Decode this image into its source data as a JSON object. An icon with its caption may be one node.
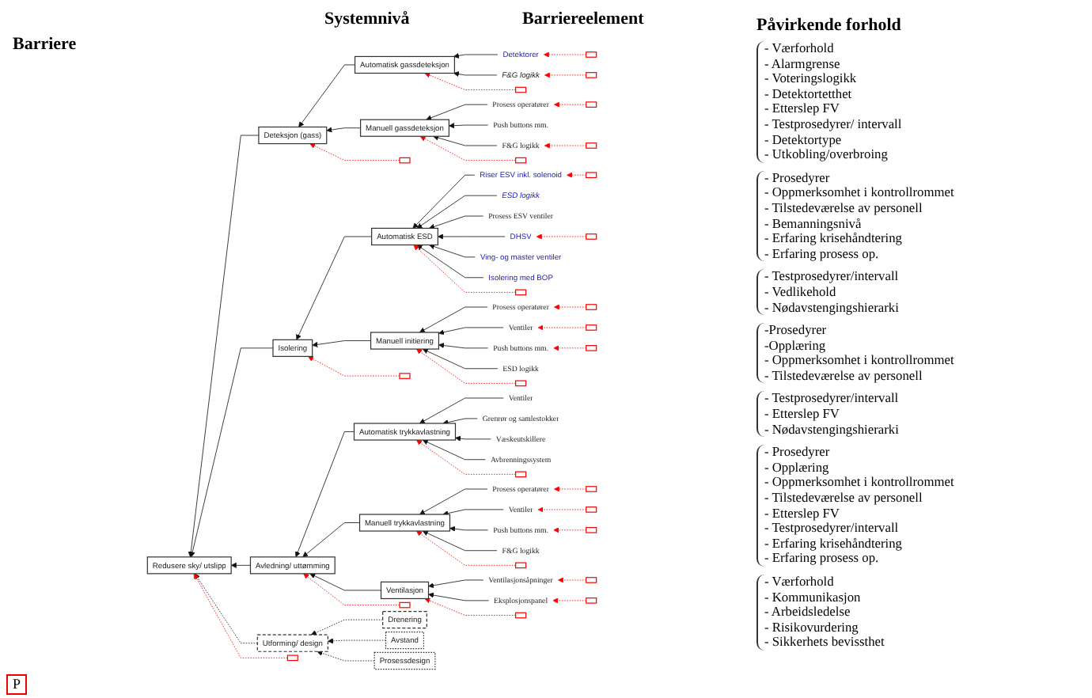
{
  "diagram": {
    "nodes": [
      {
        "text": [
          "Redusere sky/ utslipp"
        ]
      },
      {
        "text": [
          "Deteksjon (gass)"
        ]
      },
      {
        "text": [
          "Isolering"
        ]
      },
      {
        "text": [
          "Avledning/ uttømming"
        ]
      },
      {
        "text": [
          "Utforming/ design"
        ]
      },
      {
        "text": [
          "Automatisk gassdeteksjon"
        ]
      },
      {
        "text": [
          "Manuell gassdeteksjon"
        ]
      },
      {
        "text": [
          "Automatisk ESD"
        ]
      },
      {
        "text": [
          "Manuell initiering"
        ]
      },
      {
        "text": [
          "Automatisk trykkavlastning"
        ]
      },
      {
        "text": [
          "Manuell trykkavlastning"
        ]
      },
      {
        "text": [
          "Ventilasjon"
        ]
      },
      {
        "text": [
          "Drenering"
        ]
      },
      {
        "text": [
          "Avstand"
        ]
      },
      {
        "text": [
          "Prosessdesign"
        ]
      },
      {
        "text": [
          "Detektorer"
        ]
      },
      {
        "text": [
          "F&G logikk"
        ]
      },
      {
        "text": [
          "Prosess operatører"
        ]
      },
      {
        "text": [
          "Push buttons mm."
        ]
      },
      {
        "text": [
          "F&G logikk"
        ]
      },
      {
        "text": [
          "Riser ESV inkl. solenoid"
        ]
      },
      {
        "text": [
          "ESD logikk"
        ]
      },
      {
        "text": [
          "Prosess ESV ventiler"
        ]
      },
      {
        "text": [
          "DHSV"
        ]
      },
      {
        "text": [
          "Ving- og master ventiler"
        ]
      },
      {
        "text": [
          "Isolering med BOP"
        ]
      },
      {
        "text": [
          "Prosess operatører"
        ]
      },
      {
        "text": [
          "Ventiler"
        ]
      },
      {
        "text": [
          "Push buttons mm."
        ]
      },
      {
        "text": [
          "ESD logikk"
        ]
      },
      {
        "text": [
          "Ventiler"
        ]
      },
      {
        "text": [
          "Grenrør og samlestokker"
        ]
      },
      {
        "text": [
          "Væskeutskillere"
        ]
      },
      {
        "text": [
          "Avbrenningssystem"
        ]
      },
      {
        "text": [
          "Prosess operatører"
        ]
      },
      {
        "text": [
          "Ventiler"
        ]
      },
      {
        "text": [
          "Push buttons mm."
        ]
      },
      {
        "text": [
          "F&G logikk"
        ]
      },
      {
        "text": [
          "Ventilasjonsåpninger"
        ]
      },
      {
        "text": [
          "Eksplosjonspanel"
        ]
      },
      {
        "text": [],
        "shape": "box"
      },
      {
        "text": [],
        "shape": "box"
      },
      {
        "text": [],
        "shape": "box"
      },
      {
        "text": [],
        "shape": "box"
      },
      {
        "text": [],
        "shape": "box"
      },
      {
        "text": [],
        "shape": "box"
      },
      {
        "text": [],
        "shape": "box"
      },
      {
        "text": [],
        "shape": "box"
      },
      {
        "text": [],
        "shape": "box"
      },
      {
        "text": [],
        "shape": "box"
      },
      {
        "text": [],
        "shape": "box"
      },
      {
        "text": [],
        "shape": "box"
      },
      {
        "text": [],
        "shape": "box"
      },
      {
        "text": [],
        "shape": "box"
      },
      {
        "text": [],
        "shape": "box"
      },
      {
        "text": [],
        "shape": "box"
      },
      {
        "text": [],
        "shape": "box"
      },
      {
        "text": [],
        "shape": "box"
      },
      {
        "text": [],
        "shape": "box"
      },
      {
        "text": [],
        "shape": "box"
      },
      {
        "text": [],
        "shape": "box"
      },
      {
        "text": [],
        "shape": "box"
      },
      {
        "text": [],
        "shape": "box"
      },
      {
        "text": [],
        "shape": "box"
      },
      {
        "text": [],
        "shape": "box"
      }
    ],
    "edges": [
      {
        "from": 1,
        "to": 0,
        "arrow": "to"
      },
      {
        "from": 2,
        "to": 0,
        "arrow": "to"
      },
      {
        "from": 3,
        "to": 0,
        "arrow": "to"
      },
      {
        "from": 4,
        "to": 0,
        "arrow": "to",
        "style": "dashed"
      },
      {
        "from": 5,
        "to": 1,
        "arrow": "to"
      },
      {
        "from": 6,
        "to": 1,
        "arrow": "to"
      },
      {
        "from": 7,
        "to": 2,
        "arrow": "to"
      },
      {
        "from": 8,
        "to": 2,
        "arrow": "to"
      },
      {
        "from": 9,
        "to": 3,
        "arrow": "to"
      },
      {
        "from": 10,
        "to": 3,
        "arrow": "to"
      },
      {
        "from": 11,
        "to": 3,
        "arrow": "to"
      },
      {
        "from": 12,
        "to": 4,
        "arrow": "to",
        "style": "dashed"
      },
      {
        "from": 13,
        "to": 4,
        "arrow": "to",
        "style": "dashed"
      },
      {
        "from": 14,
        "to": 4,
        "arrow": "to",
        "style": "dashed"
      },
      {
        "from": 15,
        "to": 5,
        "arrow": "to"
      },
      {
        "from": 16,
        "to": 5,
        "arrow": "to"
      },
      {
        "from": 17,
        "to": 6,
        "arrow": "to"
      },
      {
        "from": 18,
        "to": 6,
        "arrow": "to"
      },
      {
        "from": 19,
        "to": 6,
        "arrow": "to"
      },
      {
        "from": 20,
        "to": 7,
        "arrow": "to"
      },
      {
        "from": 21,
        "to": 7,
        "arrow": "to"
      },
      {
        "from": 22,
        "to": 7,
        "arrow": "to"
      },
      {
        "from": 23,
        "to": 7,
        "arrow": "to"
      },
      {
        "from": 24,
        "to": 7,
        "arrow": "to"
      },
      {
        "from": 25,
        "to": 7,
        "arrow": "to"
      },
      {
        "from": 26,
        "to": 8,
        "arrow": "to"
      },
      {
        "from": 27,
        "to": 8,
        "arrow": "to"
      },
      {
        "from": 28,
        "to": 8,
        "arrow": "to"
      },
      {
        "from": 29,
        "to": 8,
        "arrow": "to"
      },
      {
        "from": 30,
        "to": 9,
        "arrow": "to"
      },
      {
        "from": 31,
        "to": 9,
        "arrow": "to"
      },
      {
        "from": 32,
        "to": 9,
        "arrow": "to"
      },
      {
        "from": 33,
        "to": 9,
        "arrow": "to"
      },
      {
        "from": 34,
        "to": 10,
        "arrow": "to"
      },
      {
        "from": 35,
        "to": 10,
        "arrow": "to"
      },
      {
        "from": 36,
        "to": 10,
        "arrow": "to"
      },
      {
        "from": 37,
        "to": 10,
        "arrow": "to"
      },
      {
        "from": 38,
        "to": 11,
        "arrow": "to"
      },
      {
        "from": 39,
        "to": 11,
        "arrow": "to"
      },
      {
        "from": 40,
        "to": 0,
        "arrow": "to",
        "style": "dashed",
        "color": "#ff0000"
      },
      {
        "from": 41,
        "to": 1,
        "arrow": "to",
        "style": "dashed",
        "color": "#ff0000"
      },
      {
        "from": 42,
        "to": 2,
        "arrow": "to",
        "style": "dashed",
        "color": "#ff0000"
      },
      {
        "from": 43,
        "to": 3,
        "arrow": "to",
        "style": "dashed",
        "color": "#ff0000"
      },
      {
        "from": 44,
        "to": 5,
        "arrow": "to",
        "style": "dashed",
        "color": "#ff0000"
      },
      {
        "from": 45,
        "to": 6,
        "arrow": "to",
        "style": "dashed",
        "color": "#ff0000"
      },
      {
        "from": 46,
        "to": 7,
        "arrow": "to",
        "style": "dashed",
        "color": "#ff0000"
      },
      {
        "from": 47,
        "to": 8,
        "arrow": "to",
        "style": "dashed",
        "color": "#ff0000"
      },
      {
        "from": 48,
        "to": 9,
        "arrow": "to",
        "style": "dashed",
        "color": "#ff0000"
      },
      {
        "from": 49,
        "to": 10,
        "arrow": "to",
        "style": "dashed",
        "color": "#ff0000"
      },
      {
        "from": 50,
        "to": 11,
        "arrow": "to",
        "style": "dashed",
        "color": "#ff0000"
      },
      {
        "from": 51,
        "to": 15,
        "arrow": "to",
        "style": "dashed",
        "color": "#ff0000"
      },
      {
        "from": 52,
        "to": 16,
        "arrow": "to",
        "style": "dashed",
        "color": "#ff0000"
      },
      {
        "from": 53,
        "to": 17,
        "arrow": "to",
        "style": "dashed",
        "color": "#ff0000"
      },
      {
        "from": 54,
        "to": 19,
        "arrow": "to",
        "style": "dashed",
        "color": "#ff0000"
      },
      {
        "from": 55,
        "to": 20,
        "arrow": "to",
        "style": "dashed",
        "color": "#ff0000"
      },
      {
        "from": 56,
        "to": 23,
        "arrow": "to",
        "style": "dashed",
        "color": "#ff0000"
      },
      {
        "from": 57,
        "to": 26,
        "arrow": "to",
        "style": "dashed",
        "color": "#ff0000"
      },
      {
        "from": 58,
        "to": 27,
        "arrow": "to",
        "style": "dashed",
        "color": "#ff0000"
      },
      {
        "from": 59,
        "to": 28,
        "arrow": "to",
        "style": "dashed",
        "color": "#ff0000"
      },
      {
        "from": 60,
        "to": 34,
        "arrow": "to",
        "style": "dashed",
        "color": "#ff0000"
      },
      {
        "from": 61,
        "to": 35,
        "arrow": "to",
        "style": "dashed",
        "color": "#ff0000"
      },
      {
        "from": 62,
        "to": 36,
        "arrow": "to",
        "style": "dashed",
        "color": "#ff0000"
      },
      {
        "from": 63,
        "to": 38,
        "arrow": "to",
        "style": "dashed",
        "color": "#ff0000"
      },
      {
        "from": 64,
        "to": 39,
        "arrow": "to",
        "style": "dashed",
        "color": "#ff0000"
      }
    ],
    "labels": [
      "Systemnivå",
      "Barriereelement",
      "Barriere",
      "Påvirkende forhold",
      "- Værforhold",
      "- Alarmgrense",
      "- Voteringslogikk",
      "- Detektortetthet",
      "- Etterslep FV",
      "- Testprosedyrer/ intervall",
      "- Detektortype",
      "- Utkobling/overbroing",
      "- Prosedyrer",
      "- Oppmerksomhet i kontrollrommet",
      "- Tilstedeværelse av personell",
      "- Bemanningsnivå",
      "- Erfaring krisehåndtering",
      "- Erfaring prosess op.",
      "- Testprosedyrer/intervall",
      "- Vedlikehold",
      "- Nødavstengingshierarki",
      "-Prosedyrer",
      "-Opplæring",
      "- Oppmerksomhet i kontrollrommet",
      "- Tilstedeværelse av personell",
      "- Testprosedyrer/intervall",
      "- Etterslep FV",
      "- Nødavstengingshierarki",
      "- Prosedyrer",
      "- Opplæring",
      "- Oppmerksomhet i kontrollrommet",
      "- Tilstedeværelse av personell",
      "- Etterslep FV",
      "- Testprosedyrer/intervall",
      "- Erfaring krisehåndtering",
      "- Erfaring prosess op.",
      "- Værforhold",
      "- Kommunikasjon",
      "- Arbeidsledelse",
      "- Risikovurdering",
      "- Sikkerhets bevissthet",
      "P"
    ]
  }
}
